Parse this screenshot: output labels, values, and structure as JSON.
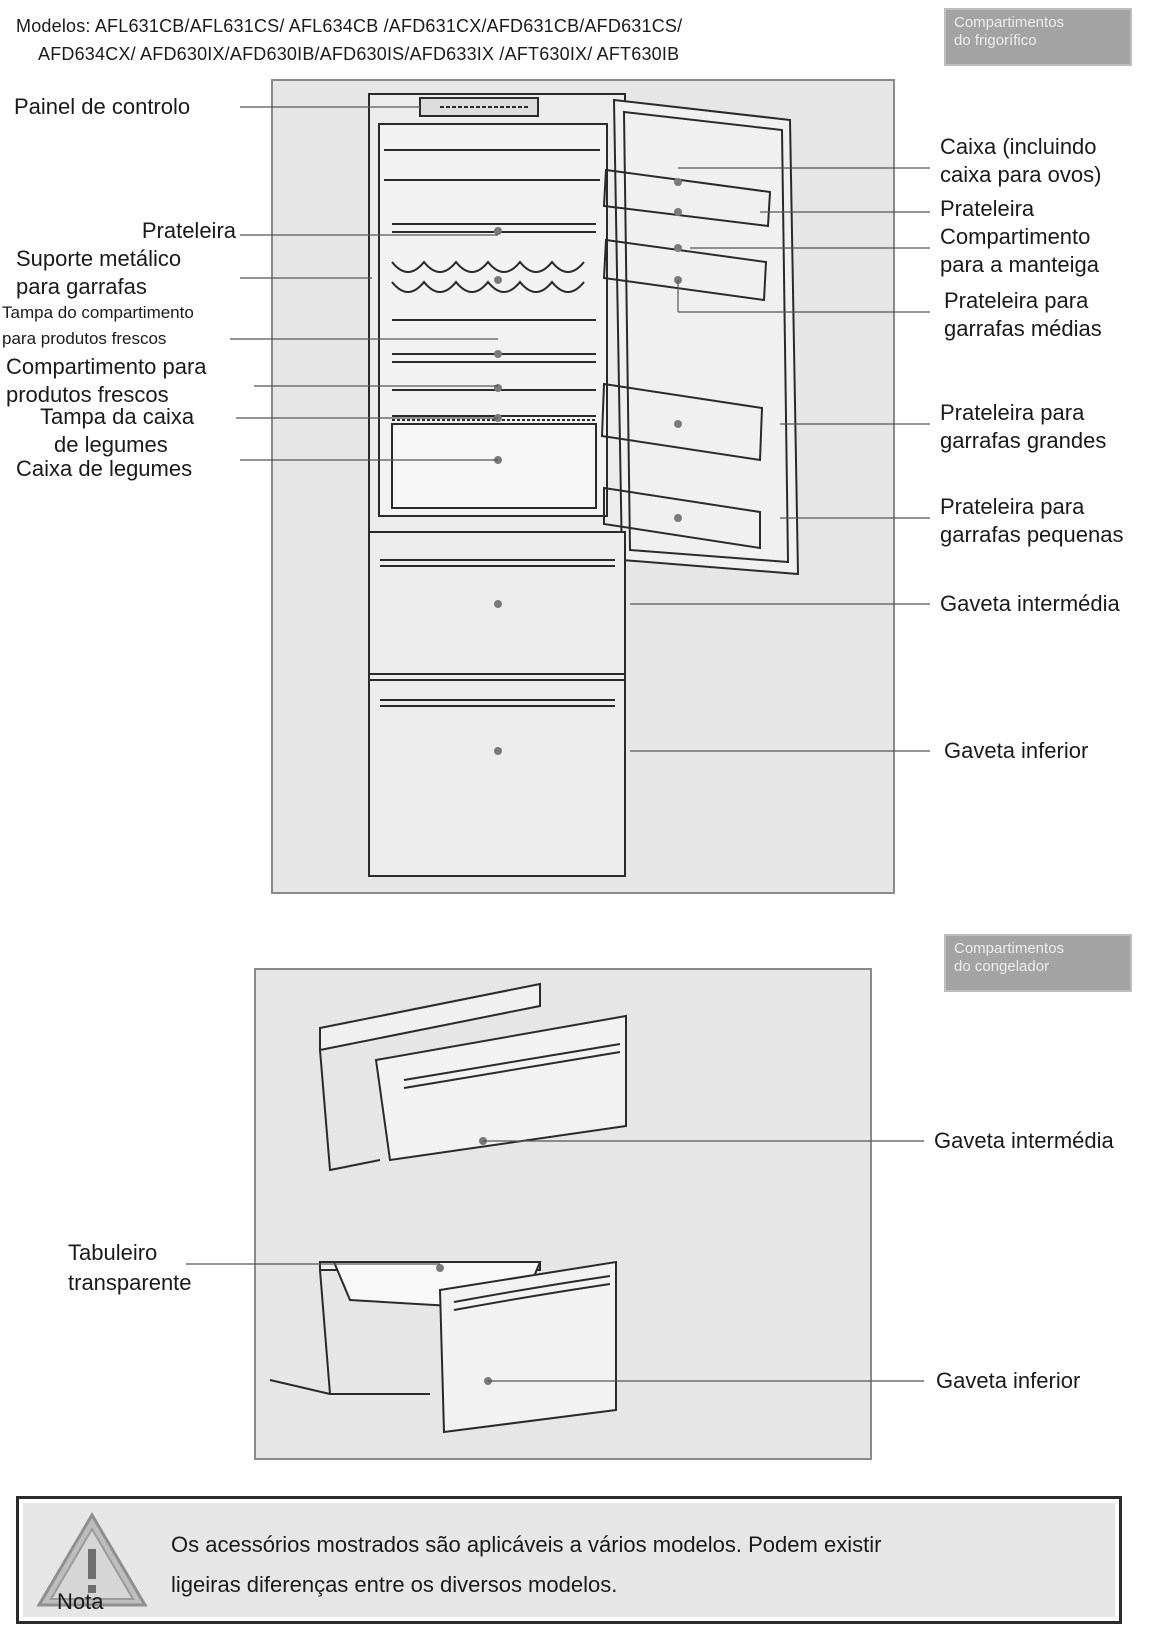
{
  "header": {
    "models_line1": "Modelos: AFL631CB/AFL631CS/ AFL634CB /AFD631CX/AFD631CB/AFD631CS/",
    "models_line2": "AFD634CX/ AFD630IX/AFD630IB/AFD630IS/AFD633IX /AFT630IX/ AFT630IB"
  },
  "fridge_section": {
    "badge_line1": "Compartimentos",
    "badge_line2": "do frigorífico",
    "labels_left": {
      "painel": "Painel de controlo",
      "prateleira": "Prateleira",
      "suporte_1": "Suporte metálico",
      "suporte_2": "para garrafas",
      "tampa_frescos_1": "Tampa do compartimento",
      "tampa_frescos_2": "para produtos frescos",
      "comp_frescos_1": "Compartimento para",
      "comp_frescos_2": "produtos frescos",
      "tampa_legumes_1": "Tampa da caixa",
      "tampa_legumes_2": "de legumes",
      "caixa_legumes": "Caixa de legumes"
    },
    "labels_right": {
      "caixa_1": "Caixa (incluindo",
      "caixa_2": "caixa para ovos)",
      "prateleira": "Prateleira",
      "manteiga_1": "Compartimento",
      "manteiga_2": "para a manteiga",
      "medias_1": "Prateleira para",
      "medias_2": "garrafas médias",
      "grandes_1": "Prateleira para",
      "grandes_2": "garrafas grandes",
      "pequenas_1": "Prateleira para",
      "pequenas_2": "garrafas pequenas",
      "gaveta_intermedia": "Gaveta intermédia",
      "gaveta_inferior": "Gaveta inferior"
    }
  },
  "freezer_section": {
    "badge_line1": "Compartimentos",
    "badge_line2": "do congelador",
    "gaveta_intermedia": "Gaveta intermédia",
    "gaveta_inferior": "Gaveta inferior",
    "tabuleiro_1": "Tabuleiro",
    "tabuleiro_2": "transparente"
  },
  "note": {
    "label": "Nota",
    "line1": "Os acessórios mostrados são aplicáveis a vários modelos. Podem existir",
    "line2": "ligeiras diferenças entre os diversos modelos."
  }
}
